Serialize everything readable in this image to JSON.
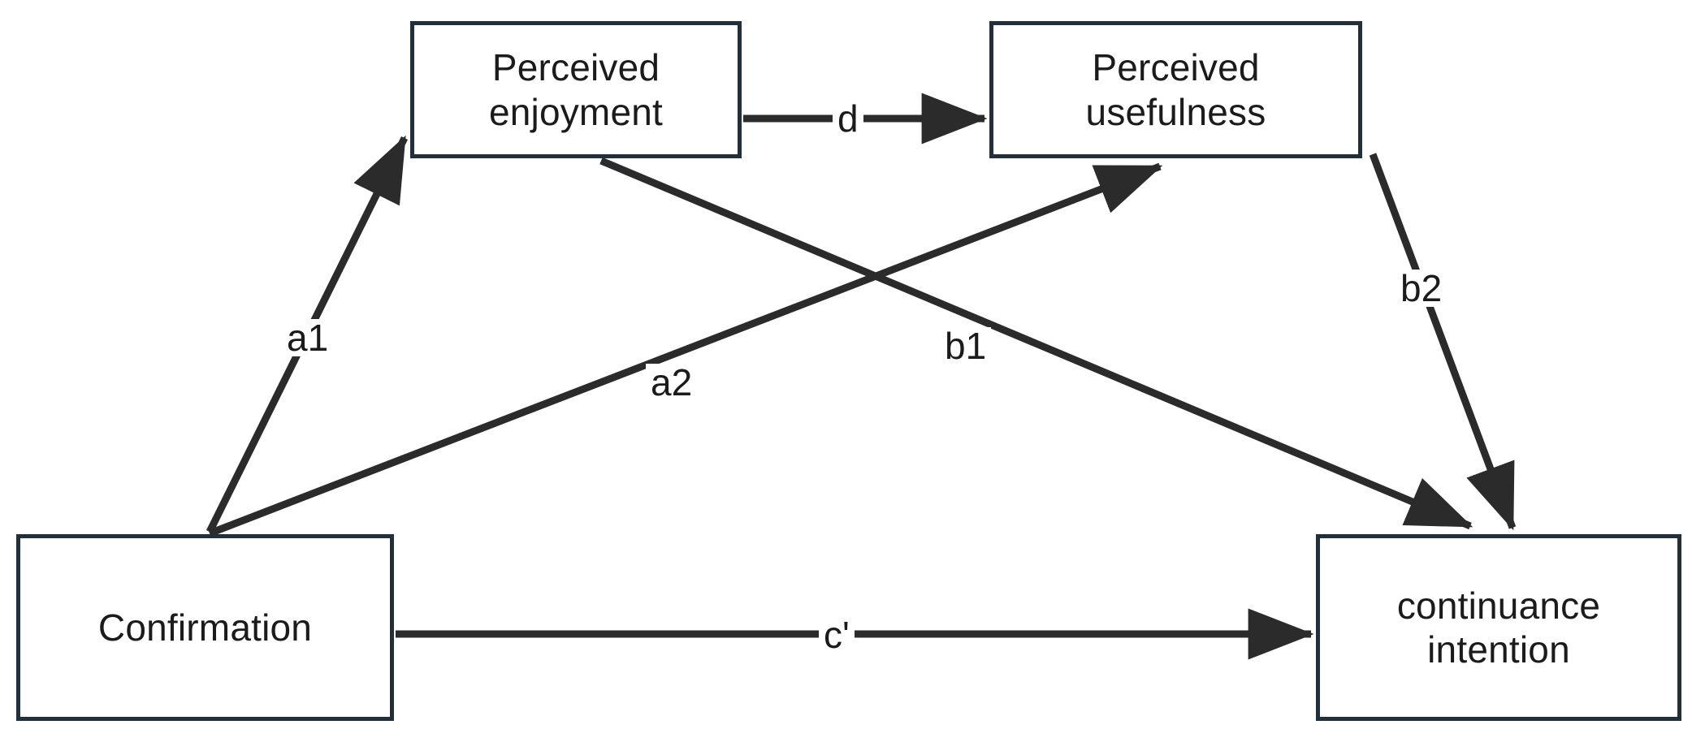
{
  "diagram": {
    "type": "path-model",
    "background_color": "#ffffff",
    "node_border_color": "#22303c",
    "text_color": "#1b1b1b",
    "nodes": [
      {
        "id": "perceived-enjoyment",
        "label": "Perceived\nenjoyment"
      },
      {
        "id": "perceived-usefulness",
        "label": "Perceived\nusefulness"
      },
      {
        "id": "confirmation",
        "label": "Confirmation"
      },
      {
        "id": "continuance-intention",
        "label": "continuance\nintention"
      }
    ],
    "edges": [
      {
        "id": "a1",
        "label": "a1",
        "from": "confirmation",
        "to": "perceived-enjoyment"
      },
      {
        "id": "a2",
        "label": "a2",
        "from": "confirmation",
        "to": "perceived-usefulness"
      },
      {
        "id": "b1",
        "label": "b1",
        "from": "perceived-enjoyment",
        "to": "continuance-intention"
      },
      {
        "id": "b2",
        "label": "b2",
        "from": "perceived-usefulness",
        "to": "continuance-intention"
      },
      {
        "id": "d",
        "label": "d",
        "from": "perceived-enjoyment",
        "to": "perceived-usefulness"
      },
      {
        "id": "cprime",
        "label": "c'",
        "from": "confirmation",
        "to": "continuance-intention"
      }
    ]
  }
}
